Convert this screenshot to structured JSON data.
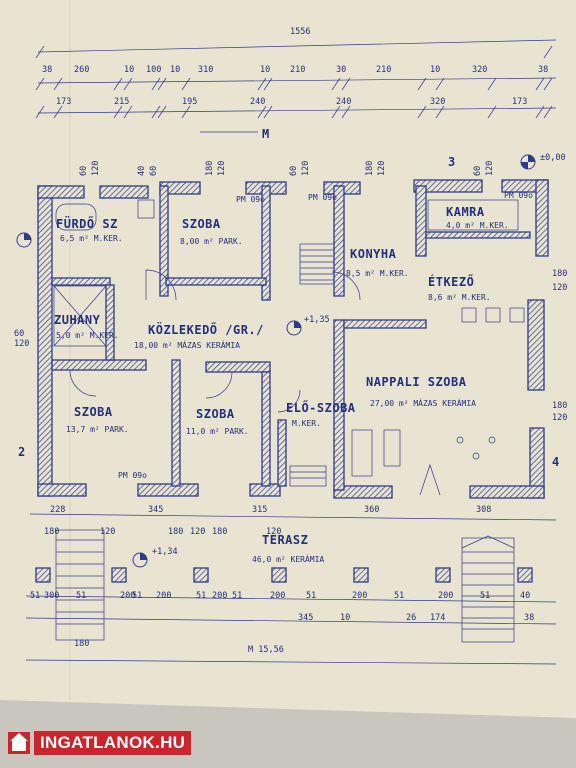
{
  "rooms": {
    "furdo": {
      "name": "FÜRDŐ SZ",
      "area": "6,5 m² M.KER."
    },
    "szoba1": {
      "name": "SZOBA",
      "area": "8,00 m² PARK."
    },
    "konyha": {
      "name": "KONYHA",
      "area": "8,5 m² M.KER."
    },
    "kamra": {
      "name": "KAMRA",
      "area": "4,0 m² M.KER."
    },
    "etkezo": {
      "name": "ÉTKEZŐ",
      "area": "8,6 m² M.KER."
    },
    "zuhany": {
      "name": "ZUHANY",
      "area": "5,0 m² M.KER."
    },
    "kozlekedo": {
      "name": "KÖZLEKEDŐ /GR./",
      "area": "18,00 m² MÁZAS KERÁMIA"
    },
    "nappali": {
      "name": "NAPPALI SZOBA",
      "area": "27,00 m² MÁZAS KERÁMIA"
    },
    "szoba2": {
      "name": "SZOBA",
      "area": "13,7 m² PARK."
    },
    "szoba3": {
      "name": "SZOBA",
      "area": "11,0 m² PARK."
    },
    "eloszoba": {
      "name": "ELŐ-SZOBA",
      "area": "M.KER."
    },
    "terasz": {
      "name": "TERASZ",
      "area": "46,0 m² KERÁMIA"
    }
  },
  "dimensions": {
    "total_top": "1556",
    "row1": [
      "38",
      "260",
      "10",
      "100",
      "10",
      "310",
      "10",
      "210",
      "30",
      "210",
      "10",
      "320",
      "38"
    ],
    "row2": [
      "173",
      "215",
      "195",
      "240",
      "240",
      "320",
      "173"
    ],
    "bottom_main": [
      "228",
      "345",
      "315",
      "360",
      "308"
    ],
    "bottom_terrace": [
      "51",
      "300",
      "51",
      "200",
      "51",
      "200",
      "51",
      "200",
      "51",
      "200",
      "51",
      "200",
      "51",
      "200",
      "51",
      "40"
    ],
    "left": [
      "60",
      "120"
    ],
    "right": [
      "180",
      "120",
      "180",
      "120"
    ],
    "heights_top": [
      "60",
      "120",
      "40",
      "60",
      "180",
      "120",
      "60",
      "120",
      "180",
      "120",
      "60",
      "120"
    ],
    "bottom_small": [
      "180",
      "120",
      "180",
      "120",
      "180",
      "120",
      "345",
      "10",
      "26",
      "174",
      "38",
      "180"
    ]
  },
  "levels": {
    "main": "±0,00",
    "corridor": "+1,35",
    "terrace": "+1,34"
  },
  "markers": {
    "label_m": "M",
    "label_m2": "M 15,56",
    "sec3": "3",
    "sec2": "2",
    "sec4": "4"
  },
  "fire": {
    "pm1": "PM 09o",
    "pm2": "PM 09o",
    "pm3": "PM 09o",
    "pm4": "PM 09o"
  },
  "watermark": {
    "text": "INGATLANOK.HU"
  }
}
